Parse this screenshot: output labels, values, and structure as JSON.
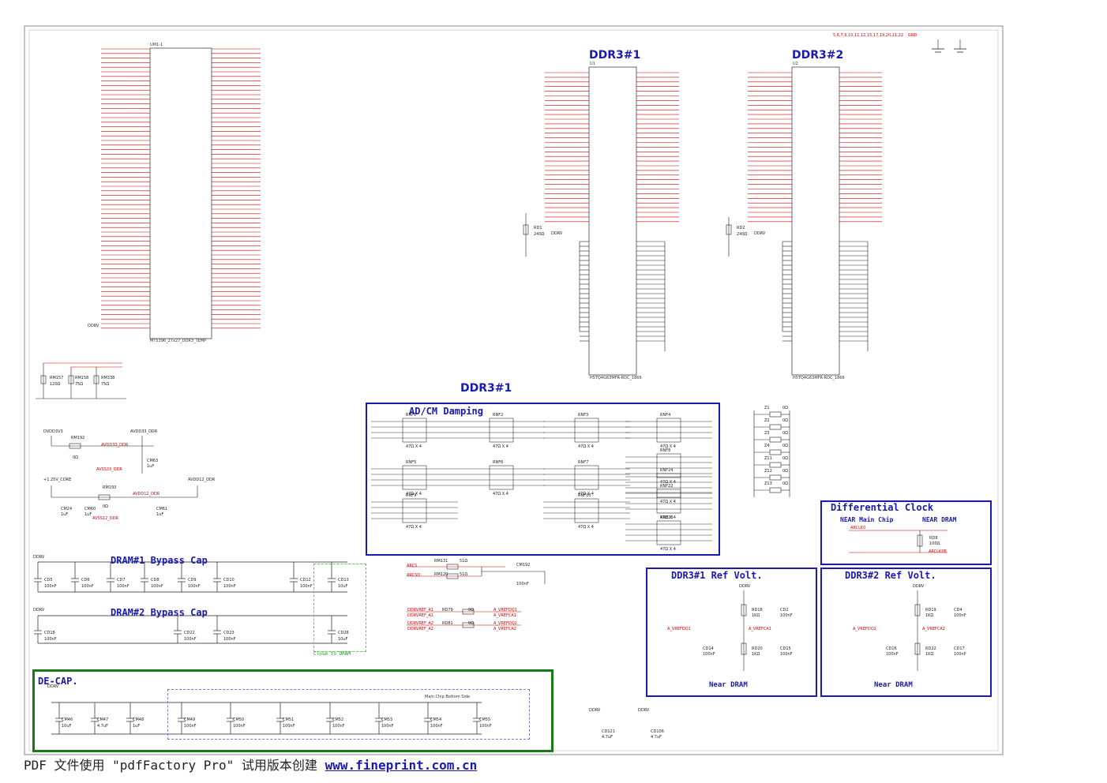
{
  "headers": {
    "ddr3_1_top": "DDR3#1",
    "ddr3_2_top": "DDR3#2",
    "ddr3_1_mid": "DDR3#1",
    "adcm_damping": "AD/CM Damping",
    "dram1_bypass": "DRAM#1 Bypass Cap",
    "dram2_bypass": "DRAM#2 Bypass Cap",
    "close_to_dram": "Close to DRAM",
    "decap": "DE-CAP.",
    "main_chip_bottom": "Main Chip Bottom Side",
    "diff_clock": "Differential Clock",
    "near_main_chip": "NEAR Main Chip",
    "near_dram": "NEAR DRAM",
    "ref1_title": "DDR3#1 Ref Volt.",
    "ref2_title": "DDR3#2 Ref Volt.",
    "ref_near_dram": "Near DRAM"
  },
  "parts": {
    "main_chip": "MT5396_27x27_DDR3_TEMP",
    "main_ref": "UM1-1",
    "u1": "U1",
    "u1_part": "H5TQ4G63MFR-RDC_1866",
    "u2": "U2",
    "u2_part": "H5TQ4G63MFR-RDC_1866",
    "gnd_legend": "5,6,7,9,10,11,12,15,17,19,20,21,22",
    "gnd": "GND"
  },
  "nets": {
    "ddrv": "DDRV",
    "dvdd3v3": "DVDD3V3",
    "avdd33": "AVDD33_DDR",
    "avdd12": "AVDD12_DDR",
    "v125": "+1.25V_CORE",
    "avss33": "AVSS33_DDR",
    "avss12": "AVSS12_DDR",
    "arcs": "ARCS",
    "arcsd": "ARCSD",
    "arclk0": "ARCLK0",
    "arclk0b": "ARCLK0B"
  },
  "resistors": {
    "rm157": "RM157",
    "rm157v": "120Ω",
    "rm158": "RM158",
    "rm158v": "75Ω",
    "rm338": "RM338",
    "rm338v": "75Ω",
    "rm192": "RM192",
    "rm192v": "0Ω",
    "rm193": "RM193",
    "rm193v": "0Ω",
    "rm131": "RM131",
    "rm131v": "51Ω",
    "rm120": "RM120",
    "rm120v": "51Ω",
    "rd1": "RD1",
    "rd1v": "240Ω",
    "rd2": "RD2",
    "rd2v": "240Ω",
    "rd8": "RD8",
    "rd8v": "100Ω",
    "rd18": "RD18",
    "rd18v": "1KΩ",
    "rd20": "RD20",
    "rd20v": "1KΩ",
    "rd19": "RD19",
    "rd19v": "1KΩ",
    "rd22": "RD22",
    "rd22v": "1KΩ"
  },
  "rnets": [
    "RNF1",
    "RNF2",
    "RNF3",
    "RNF4",
    "RNF5",
    "RNF6",
    "RNF7",
    "RNF8",
    "RNF9",
    "RNF10",
    "RNF22",
    "RNF23",
    "RNF24"
  ],
  "rn_value": "47Ω X 4",
  "zero_res": [
    "Z1",
    "Z2",
    "Z3",
    "Z4",
    "Z11",
    "Z12",
    "Z13"
  ],
  "zero_val": "0Ω",
  "bypass1": [
    "CD5",
    "CD6",
    "CD7",
    "CD8",
    "CD9",
    "CD10",
    "CD12",
    "CD13"
  ],
  "bypass1_vals": [
    "100nF",
    "100nF",
    "100nF",
    "100nF",
    "100nF",
    "100nF",
    "100nF",
    "10uF"
  ],
  "bypass2": [
    "CD18",
    "CD22",
    "CD23",
    "CD26"
  ],
  "bypass2_vals": [
    "100nF",
    "100nF",
    "100nF",
    "10uF"
  ],
  "decaps": [
    "CM46",
    "CM47",
    "CM48",
    "CM49",
    "CM50",
    "CM51",
    "CM52",
    "CM53",
    "CM54",
    "CM55"
  ],
  "decap_vals": [
    "10uF",
    "4.7uF",
    "1uF",
    "100nF",
    "100nF",
    "100nF",
    "100nF",
    "100nF",
    "100nF",
    "100nF"
  ],
  "misc_caps": {
    "cd121": "CD121",
    "cd121v": "4.7uF",
    "cd106": "CD106",
    "cd106v": "4.7uF",
    "cm192": "CM192",
    "cm192v": "100nF",
    "cm63": "CM63",
    "cm63v": "1uF",
    "cm24": "CM24",
    "cm24v": "1uF",
    "cm60": "CM60",
    "cm60v": "1uF",
    "cm61": "CM61",
    "cm61v": "1uF"
  },
  "vref": {
    "a_vrefdq1": "A_VREFDQ1",
    "a_vrefca1": "A_VREFCA1",
    "a_vrefdq2": "A_VREFDQ2",
    "a_vrefca2": "A_VREFCA2",
    "ddrvref_a1": "DDRVREF_A1",
    "ddrvref_a2": "DDRVREF_A2",
    "rd79": "RD79",
    "rd81": "RD81",
    "rv": "0Ω",
    "cd14": "CD14",
    "cd2": "CD2",
    "cd15": "CD15",
    "cd16": "CD16",
    "cd4": "CD4",
    "cd17": "CD17",
    "cv": "100nF"
  },
  "footer": {
    "prefix": "PDF 文件使用 \"pdfFactory Pro\" 试用版本创建",
    "link": "www.fineprint.com.cn"
  }
}
